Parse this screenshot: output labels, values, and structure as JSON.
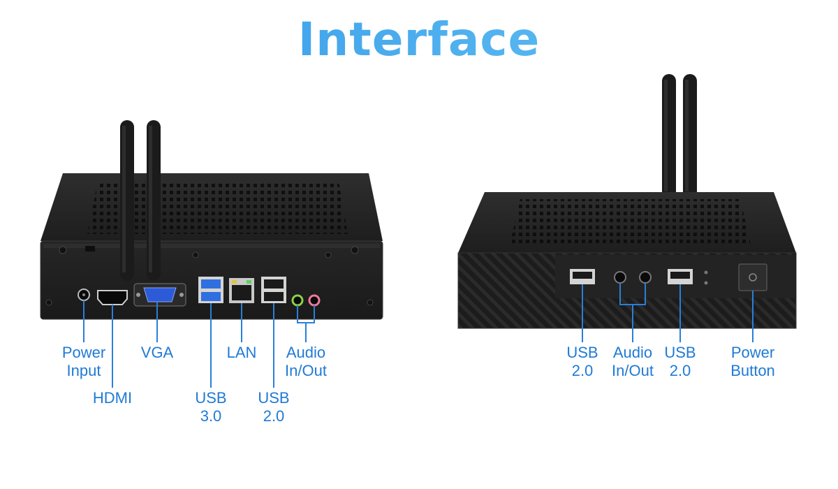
{
  "title": "Interface",
  "colors": {
    "title_start": "#2f93e6",
    "title_end": "#6ac8f5",
    "label": "#1f7ad6",
    "leader_line": "#2a7fd8",
    "device_body": "#232323"
  },
  "rear_view": {
    "labels": {
      "power_input": "Power\nInput",
      "hdmi": "HDMI",
      "vga": "VGA",
      "usb3": "USB\n3.0",
      "lan": "LAN",
      "usb2": "USB\n2.0",
      "audio": "Audio\nIn/Out"
    }
  },
  "front_view": {
    "labels": {
      "usb2_left": "USB\n2.0",
      "audio": "Audio\nIn/Out",
      "usb2_right": "USB\n2.0",
      "power_button": "Power\nButton"
    }
  }
}
